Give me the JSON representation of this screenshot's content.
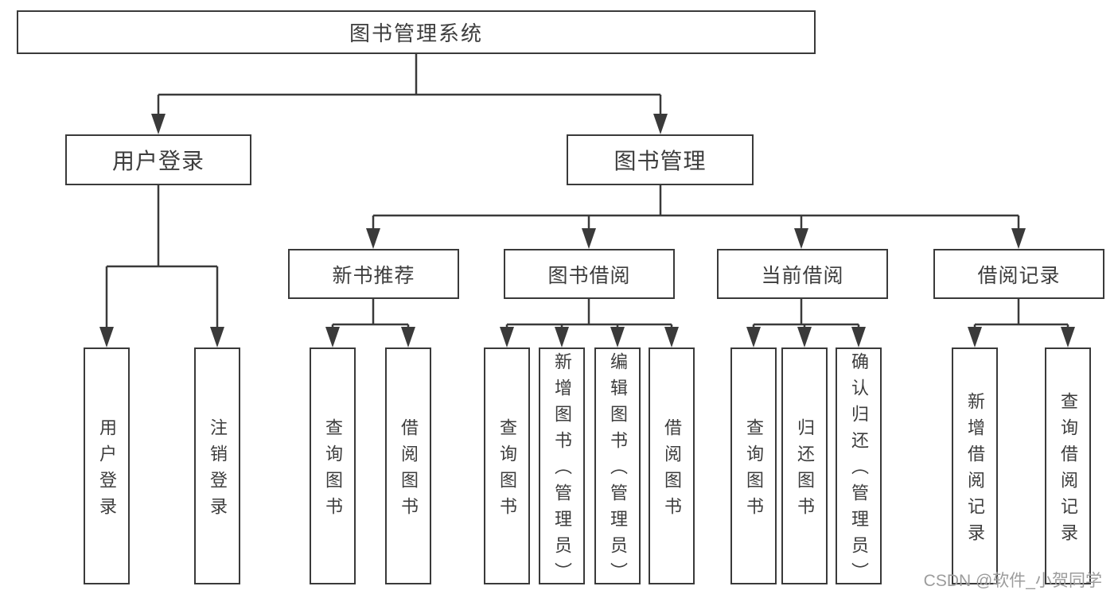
{
  "diagram": {
    "root": {
      "label": "图书管理系统"
    },
    "level2": [
      {
        "label": "用户登录"
      },
      {
        "label": "图书管理"
      }
    ],
    "level3": [
      {
        "label": "新书推荐"
      },
      {
        "label": "图书借阅"
      },
      {
        "label": "当前借阅"
      },
      {
        "label": "借阅记录"
      }
    ],
    "leaves": {
      "login": [
        "用户登录",
        "注销登录"
      ],
      "recommend": [
        "查询图书",
        "借阅图书"
      ],
      "borrow": [
        "查询图书",
        "新增图书（管理员）",
        "编辑图书（管理员）",
        "借阅图书"
      ],
      "current": [
        "查询图书",
        "归还图书",
        "确认归还（管理员）"
      ],
      "records": [
        "新增借阅记录",
        "查询借阅记录"
      ]
    }
  },
  "watermark": {
    "text": "CSDN @软件_小贺同学"
  },
  "colors": {
    "line": "#3a3a3a",
    "text": "#3d3d3d",
    "background": "#ffffff",
    "watermark": "#9c9c9c"
  }
}
